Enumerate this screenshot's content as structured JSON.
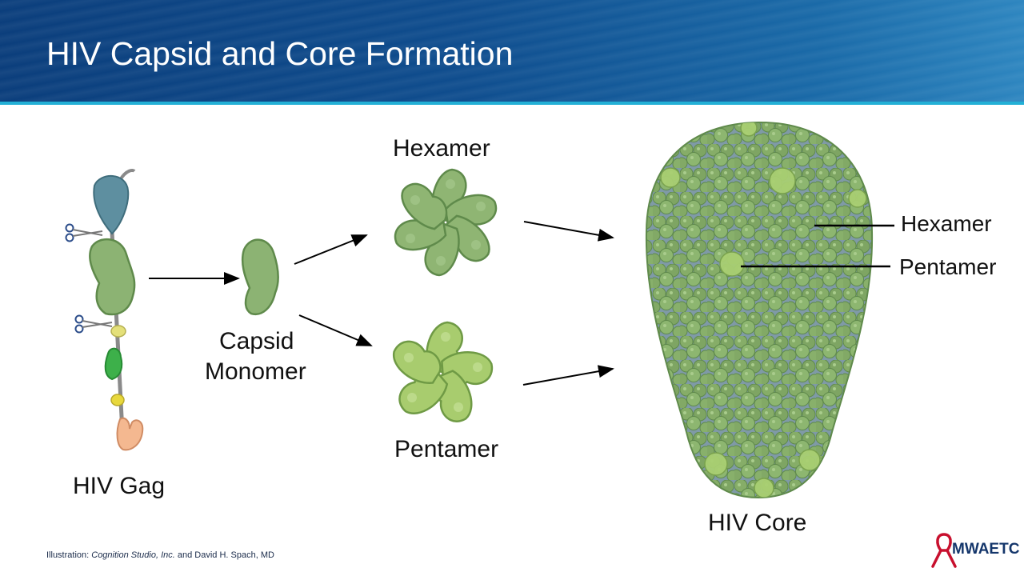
{
  "slide": {
    "title": "HIV Capsid and Core Formation"
  },
  "labels": {
    "gag": "HIV Gag",
    "capsid_line1": "Capsid",
    "capsid_line2": "Monomer",
    "hexamer_top": "Hexamer",
    "pentamer_bottom": "Pentamer",
    "core": "HIV Core",
    "core_hexamer": "Hexamer",
    "core_pentamer": "Pentamer"
  },
  "credit": {
    "prefix": "Illustration: ",
    "studio": "Cognition Studio, Inc.",
    "suffix": " and David H. Spach, MD"
  },
  "logo": {
    "text": "MWAETC",
    "ribbon_color": "#c8102e",
    "text_color": "#14366b"
  },
  "colors": {
    "header": "#0f4d8e",
    "accent_line": "#23b0d6",
    "hexamer_green": "#8fb573",
    "pentamer_green": "#a8cc6e",
    "core_green": "#85ad6a"
  }
}
